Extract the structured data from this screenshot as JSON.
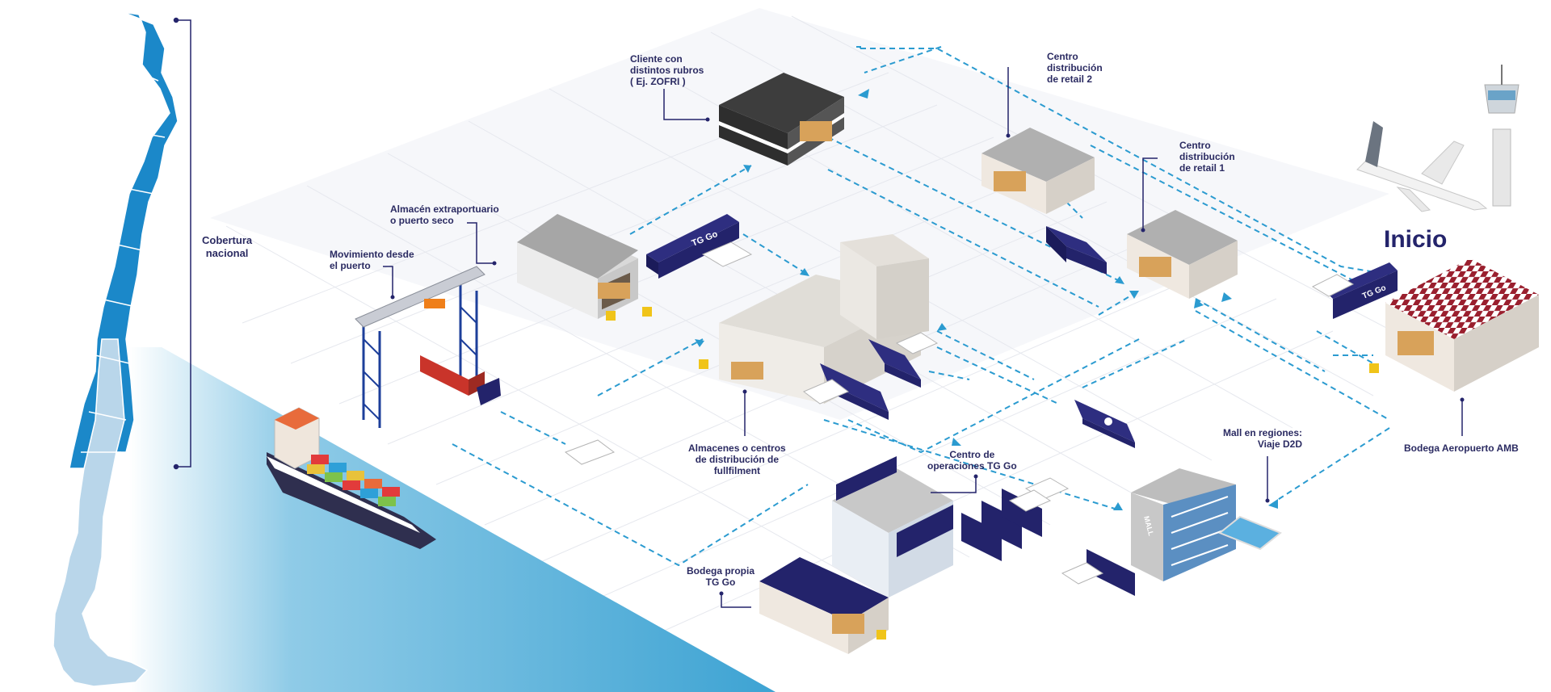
{
  "labels": {
    "cobertura_1": "Cobertura",
    "cobertura_2": "nacional",
    "movimiento_1": "Movimiento desde",
    "movimiento_2": "el puerto",
    "almacen_extra_1": "Almacén extraportuario",
    "almacen_extra_2": "o puerto seco",
    "cliente_1": "Cliente con",
    "cliente_2": "distintos rubros",
    "cliente_3": "( Ej. ZOFRI )",
    "retail2_1": "Centro",
    "retail2_2": "distribución",
    "retail2_3": "de retail  2",
    "retail1_1": "Centro",
    "retail1_2": "distribución",
    "retail1_3": "de retail  1",
    "inicio": "Inicio",
    "almacenes_1": "Almacenes o centros",
    "almacenes_2": "de distribución de",
    "almacenes_3": "fullfilment",
    "centro_ops_1": "Centro de",
    "centro_ops_2": "operaciones TG Go",
    "mall_1": "Mall en regiones:",
    "mall_2": "Viaje D2D",
    "bodega_aero": "Bodega Aeropuerto AMB",
    "bodega_propia_1": "Bodega propia",
    "bodega_propia_2": "TG Go"
  },
  "brand": {
    "truck_logo": "TG Go",
    "mall_sign": "MALL"
  },
  "colors": {
    "navy": "#23236b",
    "map_blue": "#1b88c9",
    "map_light": "#b9d6ea",
    "sea": "#4aaad6",
    "dashed": "#2b9bd0",
    "label": "#2b2b62",
    "roof_grey": "#a6a6a6",
    "roof_dark": "#4a4a4a",
    "roof_check": "#9a1f2e"
  }
}
